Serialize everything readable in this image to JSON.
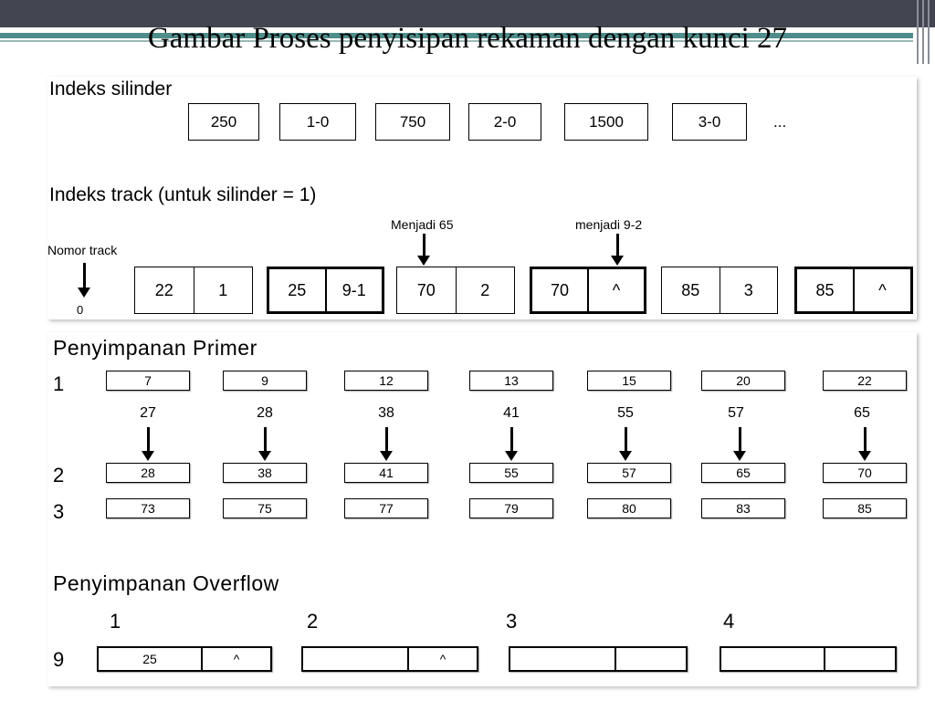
{
  "title": "Gambar Proses penyisipan rekaman dengan kunci 27",
  "cylinder_index": {
    "heading": "Indeks silinder",
    "boxes": [
      "250",
      "1-0",
      "750",
      "2-0",
      "1500",
      "3-0"
    ],
    "ellipsis": "..."
  },
  "track_index": {
    "heading": "Indeks track (untuk silinder = 1)",
    "label_menjadi_65": "Menjadi 65",
    "label_menjadi_92": "menjadi 9-2",
    "nomor_track": "Nomor track",
    "zero": "0",
    "pairs": [
      {
        "a": "22",
        "b": "1"
      },
      {
        "a": "25",
        "b": "9-1"
      },
      {
        "a": "70",
        "b": "2"
      },
      {
        "a": "70",
        "b": "^"
      },
      {
        "a": "85",
        "b": "3"
      },
      {
        "a": "85",
        "b": "^"
      }
    ]
  },
  "primary": {
    "heading": "Penyimpanan Primer",
    "row_labels": [
      "1",
      "2",
      "3"
    ],
    "row1": [
      "7",
      "9",
      "12",
      "13",
      "15",
      "20",
      "22"
    ],
    "inserts": [
      "27",
      "28",
      "38",
      "41",
      "55",
      "57",
      "65"
    ],
    "row2": [
      "28",
      "38",
      "41",
      "55",
      "57",
      "65",
      "70"
    ],
    "row3": [
      "73",
      "75",
      "77",
      "79",
      "80",
      "83",
      "85"
    ]
  },
  "overflow": {
    "heading": "Penyimpanan Overflow",
    "columns": [
      "1",
      "2",
      "3",
      "4"
    ],
    "row_label": "9",
    "pairs": [
      {
        "a": "25",
        "b": "^"
      },
      {
        "a": "",
        "b": "^"
      },
      {
        "a": "",
        "b": ""
      },
      {
        "a": "",
        "b": ""
      }
    ]
  }
}
